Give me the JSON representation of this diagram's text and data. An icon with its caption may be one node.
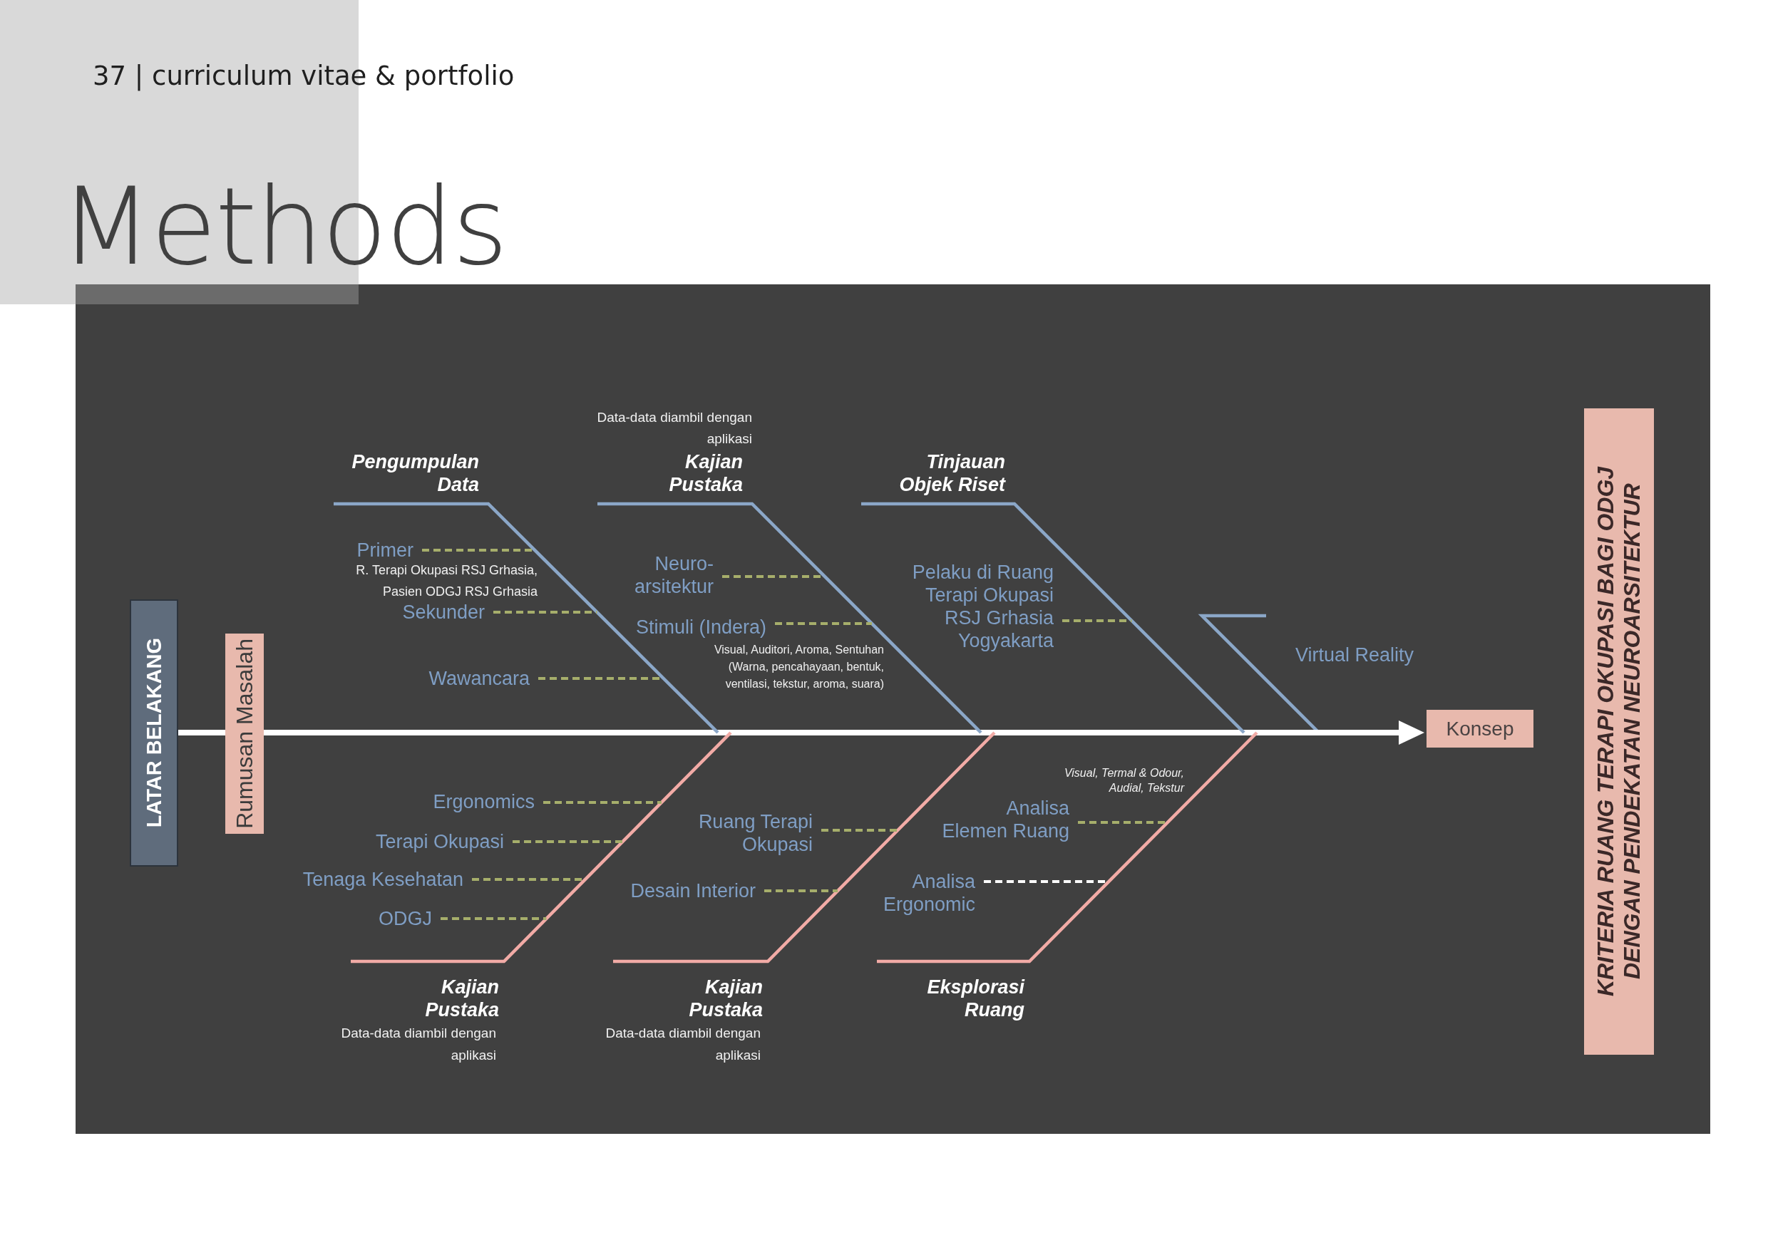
{
  "diagram": {
    "title": "Methods",
    "nodes": [
      {
        "text": [
          "LATAR BELAKANG"
        ]
      },
      {
        "text": [
          "Rumusan Masalah"
        ]
      },
      {
        "text": [
          "Pengumpulan Data"
        ]
      },
      {
        "text": [
          "Primer"
        ],
        "beside": [
          "R. Terapi Okupasi RSJ Grhasia, Pasien ODGJ RSJ Grhasia"
        ]
      },
      {
        "text": [
          "Sekunder"
        ]
      },
      {
        "text": [
          "Wawancara"
        ]
      },
      {
        "text": [
          "Kajian Pustaka"
        ],
        "beside": [
          "Data-data diambil dengan aplikasi"
        ]
      },
      {
        "text": [
          "Neuro- arsitektur"
        ]
      },
      {
        "text": [
          "Stimuli (Indera)"
        ]
      },
      {
        "text": [
          "Tinjauan Objek Riset"
        ]
      },
      {
        "text": [
          "Pelaku di Ruang Terapi Okupasi RSJ Grhasia Yogyakarta"
        ]
      },
      {
        "text": [
          "Kajian Pustaka"
        ],
        "beside": [
          "Data-data diambil dengan aplikasi"
        ]
      },
      {
        "text": [
          "Ergonomics"
        ]
      },
      {
        "text": [
          "Terapi Okupasi"
        ]
      },
      {
        "text": [
          "Tenaga Kesehatan"
        ]
      },
      {
        "text": [
          "ODGJ"
        ]
      },
      {
        "text": [
          "Kajian Pustaka"
        ],
        "beside": [
          "Data-data diambil dengan aplikasi"
        ]
      },
      {
        "text": [
          "Ruang Terapi Okupasi"
        ]
      },
      {
        "text": [
          "Desain Interior"
        ]
      },
      {
        "text": [
          "Eksplorasi Ruang"
        ]
      },
      {
        "text": [
          "Analisa Elemen Ruang"
        ],
        "beside": [
          "Visual, Termal & Odour, Audial, Tekstur"
        ]
      },
      {
        "text": [
          "Analisa Ergonomic"
        ]
      },
      {
        "text": [
          "Konsep"
        ]
      },
      {
        "text": [
          "KRITERIA RUANG TERAPI OKUPASI BAGI ODGJ DENGAN PENDEKATAN NEUROARSITEKTUR"
        ]
      }
    ],
    "edges": [
      {
        "from": 0,
        "to": 1,
        "arrow": "none",
        "style": "thick",
        "color": "#ffffff"
      },
      {
        "from": 1,
        "to": 22,
        "arrow": "to",
        "style": "thick",
        "color": "#ffffff"
      },
      {
        "from": 2,
        "to": null,
        "arrow": "none",
        "color": "#8ba7c8"
      },
      {
        "from": 6,
        "to": null,
        "arrow": "none",
        "color": "#8ba7c8"
      },
      {
        "from": 9,
        "to": null,
        "arrow": "none",
        "color": "#8ba7c8"
      },
      {
        "from": 11,
        "to": null,
        "arrow": "none",
        "color": "#f2aba6"
      },
      {
        "from": 16,
        "to": null,
        "arrow": "none",
        "color": "#f2aba6"
      },
      {
        "from": 19,
        "to": null,
        "arrow": "none",
        "color": "#f2aba6"
      },
      {
        "from": 3,
        "to": null,
        "arrow": "none",
        "style": "dashed"
      },
      {
        "from": 4,
        "to": null,
        "arrow": "none",
        "style": "dashed"
      },
      {
        "from": 5,
        "to": null,
        "arrow": "none",
        "style": "dashed"
      },
      {
        "from": 7,
        "to": null,
        "arrow": "none",
        "style": "dashed"
      },
      {
        "from": 8,
        "to": null,
        "arrow": "none",
        "style": "dashed"
      },
      {
        "from": 10,
        "to": null,
        "arrow": "none",
        "style": "dashed"
      },
      {
        "from": 12,
        "to": null,
        "arrow": "none",
        "style": "dashed"
      },
      {
        "from": 13,
        "to": null,
        "arrow": "none",
        "style": "dashed"
      },
      {
        "from": 14,
        "to": null,
        "arrow": "none",
        "style": "dashed"
      },
      {
        "from": 15,
        "to": null,
        "arrow": "none",
        "style": "dashed"
      },
      {
        "from": 17,
        "to": null,
        "arrow": "none",
        "style": "dashed"
      },
      {
        "from": 18,
        "to": null,
        "arrow": "none",
        "style": "dashed"
      },
      {
        "from": 20,
        "to": null,
        "arrow": "none",
        "style": "dashed"
      },
      {
        "from": 21,
        "to": null,
        "arrow": "none",
        "style": "dashed",
        "color": "#ffffff"
      }
    ],
    "labels": [
      "37 | curriculum vitae & portfolio",
      "Visual, Auditori, Aroma, Sentuhan (Warna, pencahayaan, bentuk, ventilasi, tekstur, aroma, suara)",
      "Virtual Reality"
    ]
  }
}
